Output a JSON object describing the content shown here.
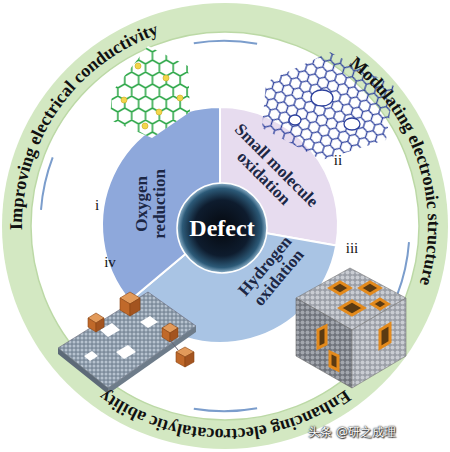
{
  "diagram": {
    "nodes": [
      {
        "text": [
          "Improving electrical conductivity",
          "Modulating electronic structure",
          "Enhancing electrocatalytic ability"
        ]
      },
      {
        "text": [
          "Small molecule oxidation"
        ],
        "in": 0
      },
      {
        "text": [
          "Hydrogen oxidation"
        ],
        "in": 0
      },
      {
        "text": [
          "Oxygen reduction"
        ],
        "in": 0
      },
      {
        "text": [
          "Defect"
        ],
        "in": 0
      }
    ],
    "labels": [
      "i",
      "ii",
      "iii",
      "iv",
      "头条 @研之成理"
    ]
  }
}
